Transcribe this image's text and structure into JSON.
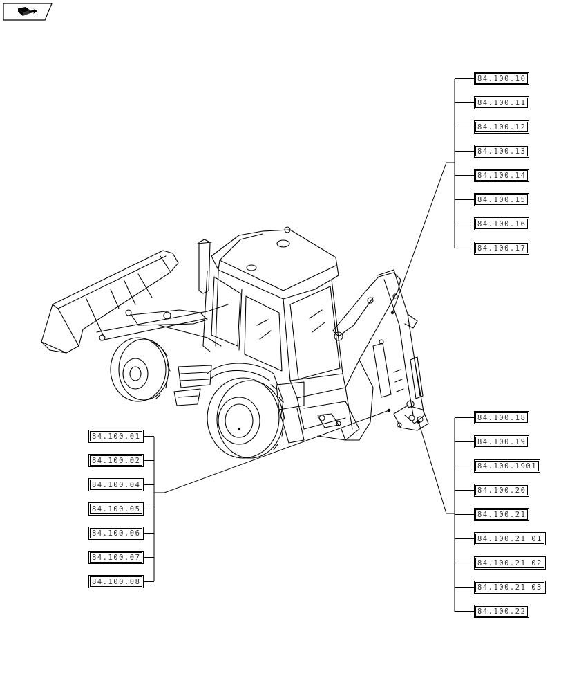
{
  "nav": {
    "icon": "book-arrow-icon"
  },
  "illustration": {
    "subject": "backhoe-loader"
  },
  "callouts": {
    "top_right": [
      "84.100.10",
      "84.100.11",
      "84.100.12",
      "84.100.13",
      "84.100.14",
      "84.100.15",
      "84.100.16",
      "84.100.17"
    ],
    "bottom_right": [
      "84.100.18",
      "84.100.19",
      "84.100.1901",
      "84.100.20",
      "84.100.21",
      "84.100.21 01",
      "84.100.21 02",
      "84.100.21 03",
      "84.100.22"
    ],
    "left": [
      "84.100.01",
      "84.100.02",
      "84.100.04",
      "84.100.05",
      "84.100.06",
      "84.100.07",
      "84.100.08"
    ]
  }
}
